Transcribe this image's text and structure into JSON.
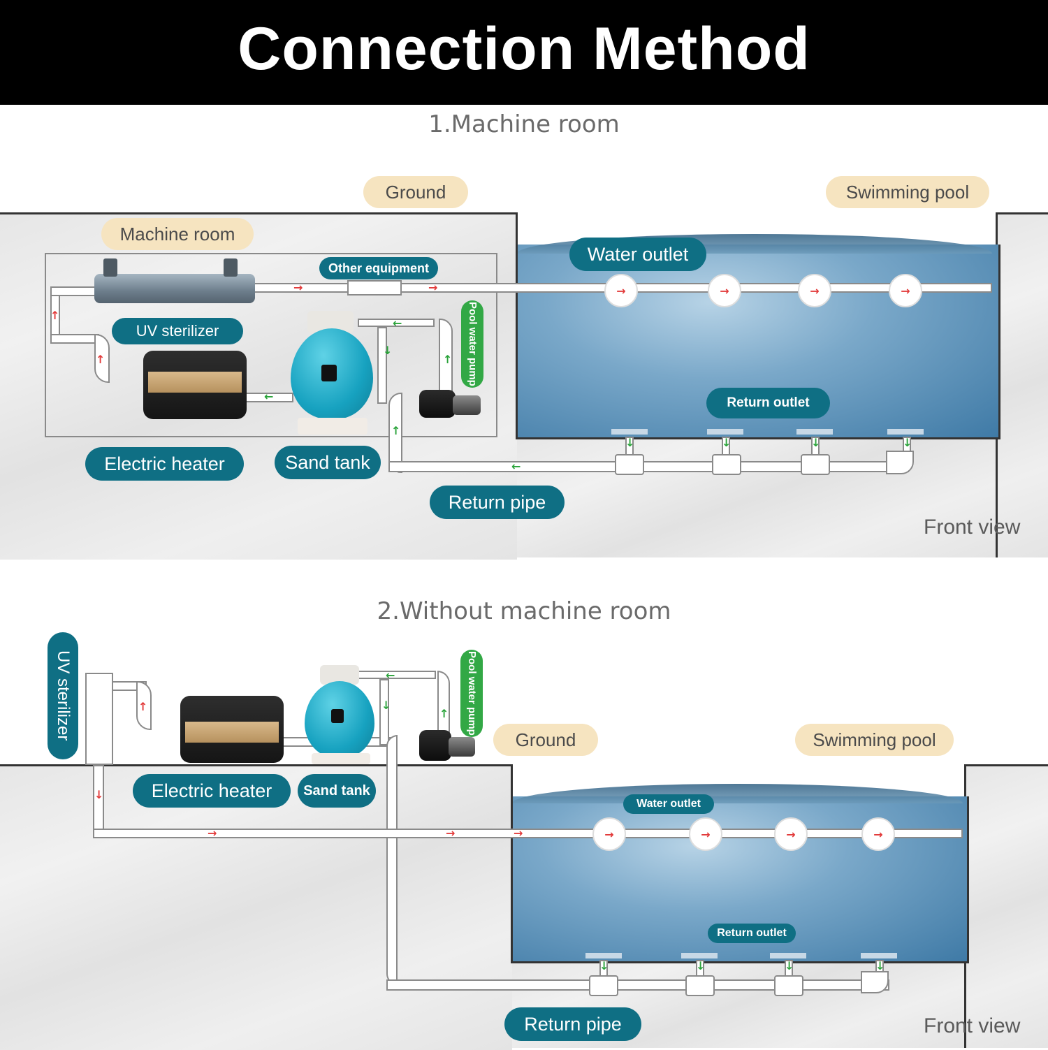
{
  "title": "Connection Method",
  "section1": {
    "heading": "1.Machine room",
    "labels": {
      "ground": "Ground",
      "swimming_pool": "Swimming pool",
      "machine_room": "Machine room",
      "other_equipment": "Other equipment",
      "uv_sterilizer": "UV sterilizer",
      "pool_water_pump": "Pool water pump",
      "water_outlet": "Water outlet",
      "return_outlet": "Return outlet",
      "electric_heater": "Electric heater",
      "sand_tank": "Sand tank",
      "return_pipe": "Return pipe",
      "front_view": "Front view"
    },
    "flow_arrows": {
      "red": "→",
      "green_left": "←",
      "green_up": "↑",
      "green_down": "↓",
      "red_up": "↑"
    },
    "water_outlet_count": 4,
    "return_outlet_count": 4
  },
  "section2": {
    "heading": "2.Without machine room",
    "labels": {
      "uv_sterilizer": "UV sterilizer",
      "pool_water_pump": "Pool water pump",
      "ground": "Ground",
      "swimming_pool": "Swimming pool",
      "electric_heater": "Electric heater",
      "sand_tank": "Sand tank",
      "water_outlet": "Water outlet",
      "return_outlet": "Return outlet",
      "return_pipe": "Return pipe",
      "front_view": "Front view"
    },
    "flow_arrows": {
      "red": "→",
      "red_down": "↓",
      "red_up": "↑",
      "green_left": "←",
      "green_up": "↑",
      "green_down": "↓"
    },
    "water_outlet_count": 4,
    "return_outlet_count": 4
  },
  "colors": {
    "title_bg": "#000000",
    "teal_label": "#0f6f84",
    "sand_label": "#f6e4c0",
    "green_label": "#32a845",
    "flow_red": "#e23b3b",
    "flow_green": "#2aa33a",
    "water": "#4f88b2"
  }
}
